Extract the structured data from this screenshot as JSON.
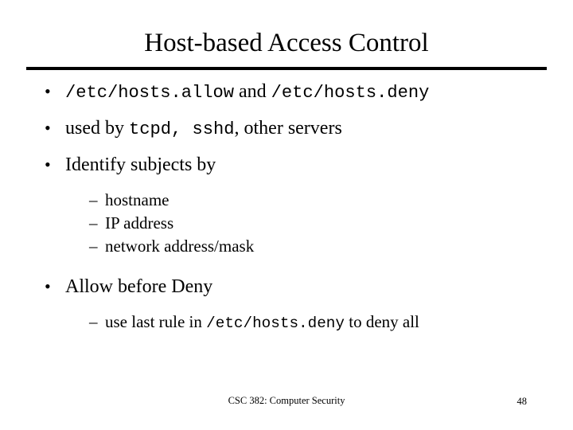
{
  "slide": {
    "title": "Host-based Access Control",
    "bullets": [
      {
        "level": 1,
        "marker": "•",
        "parts": [
          {
            "text": "/etc/hosts.allow",
            "style": "mono"
          },
          {
            "text": " and ",
            "style": "serif"
          },
          {
            "text": "/etc/hosts.deny",
            "style": "mono"
          }
        ]
      },
      {
        "level": 1,
        "marker": "•",
        "parts": [
          {
            "text": "used by ",
            "style": "serif"
          },
          {
            "text": "tcpd, ",
            "style": "mono"
          },
          {
            "text": " sshd",
            "style": "mono"
          },
          {
            "text": ", other servers",
            "style": "serif"
          }
        ]
      },
      {
        "level": 1,
        "marker": "•",
        "parts": [
          {
            "text": "Identify subjects by",
            "style": "serif"
          }
        ]
      },
      {
        "level": 2,
        "marker": "–",
        "parts": [
          {
            "text": "hostname",
            "style": "serif"
          }
        ]
      },
      {
        "level": 2,
        "marker": "–",
        "parts": [
          {
            "text": "IP address",
            "style": "serif"
          }
        ]
      },
      {
        "level": 2,
        "marker": "–",
        "parts": [
          {
            "text": "network address/mask",
            "style": "serif"
          }
        ]
      },
      {
        "level": 1,
        "marker": "•",
        "parts": [
          {
            "text": "Allow before Deny",
            "style": "serif"
          }
        ]
      },
      {
        "level": 2,
        "marker": "–",
        "parts": [
          {
            "text": "use last rule in ",
            "style": "serif"
          },
          {
            "text": "/etc/hosts.deny",
            "style": "mono"
          },
          {
            "text": " to deny all",
            "style": "serif"
          }
        ]
      }
    ],
    "footer": {
      "course": "CSC 382: Computer Security",
      "page_number": "48"
    }
  }
}
